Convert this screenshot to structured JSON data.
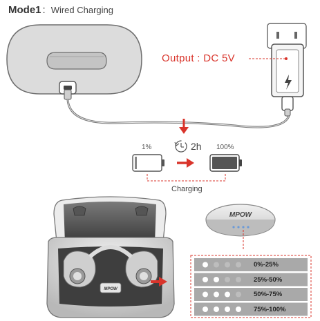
{
  "header": {
    "mode_label": "Mode1",
    "separator": ":",
    "title": "Wired Charging"
  },
  "adapter": {
    "output_label": "Output : DC 5V"
  },
  "charging": {
    "duration": "2h",
    "start_percent": "1%",
    "end_percent": "100%",
    "status_label": "Charging"
  },
  "indicator_table": {
    "rows": [
      {
        "range": "0%-25%",
        "lit_leds": 1
      },
      {
        "range": "25%-50%",
        "lit_leds": 2
      },
      {
        "range": "50%-75%",
        "lit_leds": 3
      },
      {
        "range": "75%-100%",
        "lit_leds": 4
      }
    ],
    "led_count": 4
  },
  "brand": {
    "logo_text": "MPOW"
  },
  "colors": {
    "accent_red": "#d9342b",
    "case_gray": "#d9d9d9",
    "outline_gray": "#6e6e6e",
    "led_off": "#bdbdbd",
    "led_on": "#ffffff",
    "table_row": "#a9a9a9"
  }
}
